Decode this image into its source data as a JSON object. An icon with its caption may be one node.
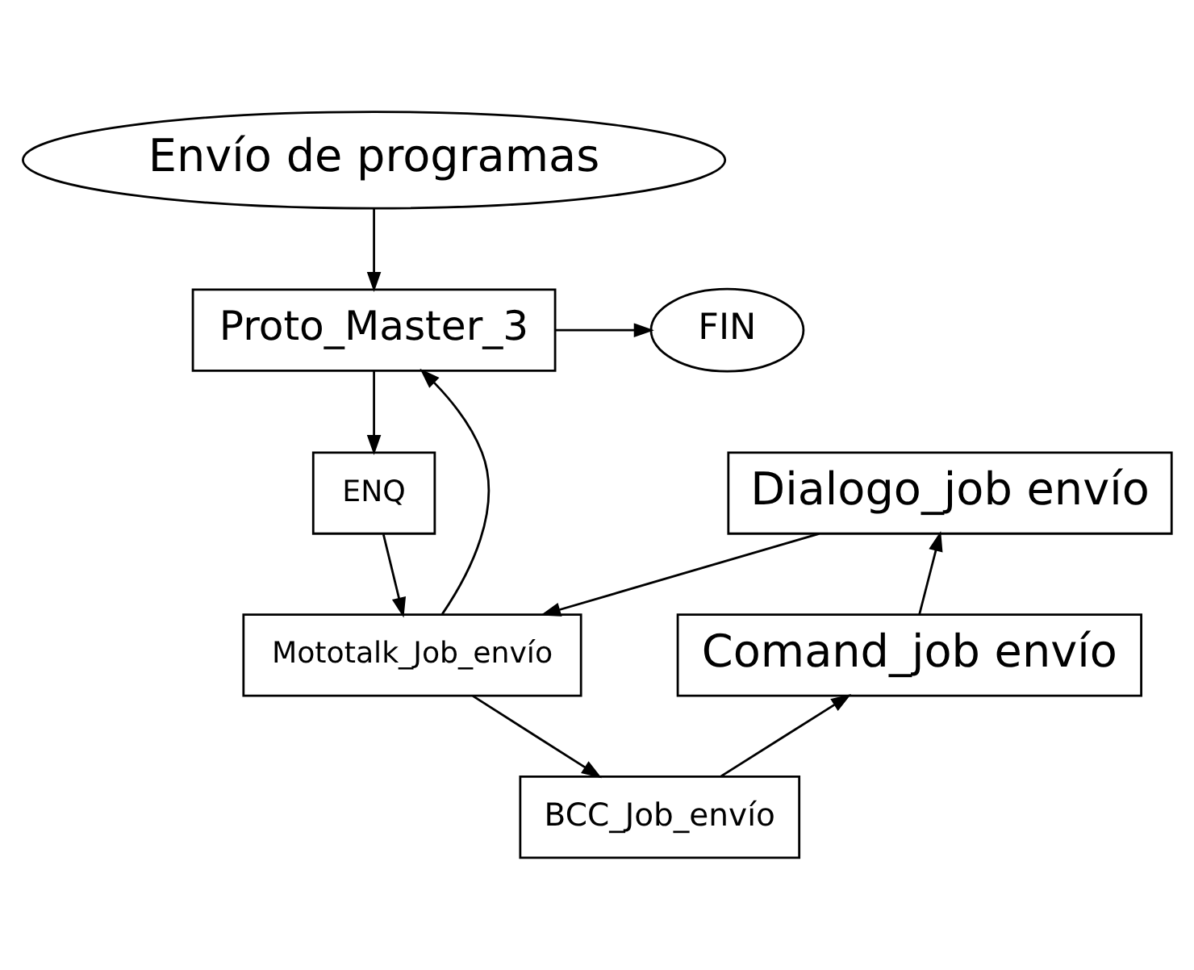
{
  "diagram": {
    "nodes": [
      {
        "text": [
          "Envío de programas"
        ]
      },
      {
        "text": [
          "Proto_Master_3"
        ]
      },
      {
        "text": [
          "FIN"
        ]
      },
      {
        "text": [
          "ENQ"
        ]
      },
      {
        "text": [
          "Dialogo_job envío"
        ]
      },
      {
        "text": [
          "Mototalk_Job_envío"
        ]
      },
      {
        "text": [
          "Comand_job envío"
        ]
      },
      {
        "text": [
          "BCC_Job_envío"
        ]
      }
    ],
    "edges": [
      {
        "from": 0,
        "to": 1,
        "arrow": "to"
      },
      {
        "from": 1,
        "to": 2,
        "arrow": "to"
      },
      {
        "from": 1,
        "to": 3,
        "arrow": "to"
      },
      {
        "from": 3,
        "to": 5,
        "arrow": "to"
      },
      {
        "from": 5,
        "to": 1,
        "arrow": "to"
      },
      {
        "from": 4,
        "to": 5,
        "arrow": "to"
      },
      {
        "from": 5,
        "to": 7,
        "arrow": "to"
      },
      {
        "from": 7,
        "to": 6,
        "arrow": "to"
      },
      {
        "from": 6,
        "to": 4,
        "arrow": "to"
      }
    ]
  }
}
